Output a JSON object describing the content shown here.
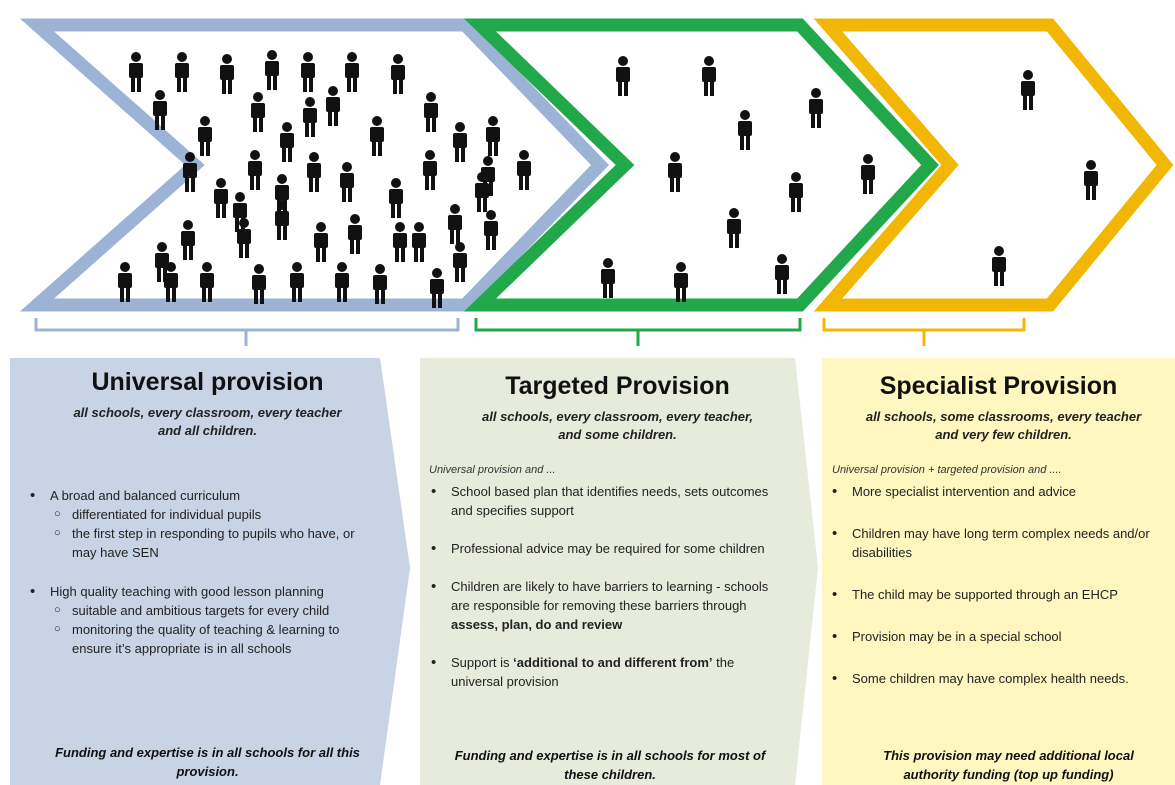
{
  "header": {
    "title": ""
  },
  "universal": {
    "heading": "Universal provision",
    "subheading_1": "all schools, every classroom, every teacher",
    "subheading_2": "and all children.",
    "bullets": [
      {
        "text": "A broad and balanced curriculum",
        "subs": [
          "differentiated for individual pupils",
          "the first step in responding to pupils who have, or may have SEN"
        ]
      },
      {
        "text": "High quality teaching with good lesson planning",
        "subs": [
          "suitable and ambitious targets for every child",
          "monitoring the quality of teaching & learning to ensure it’s appropriate is in all schools"
        ]
      }
    ],
    "footer_1": "Funding and expertise is in all schools for all this",
    "footer_2": "provision."
  },
  "targeted": {
    "heading": "Targeted Provision",
    "subheading_1": "all schools, every classroom, every teacher,",
    "subheading_2": "and some children.",
    "intro": "Universal provision and ...",
    "bullets": [
      {
        "text": "School based plan that identifies needs, sets outcomes and specifies support"
      },
      {
        "text": "Professional advice may be required for some children"
      },
      {
        "text_pre": "Children are likely to have barriers to learning - schools are responsible for removing these barriers through ",
        "text_bold": "assess, plan, do and review",
        "text_post": ""
      },
      {
        "text_pre": "Support is ",
        "text_bold": "‘additional to and different from’",
        "text_post": " the universal provision"
      }
    ],
    "footer_1": "Funding and expertise is in all schools for most of",
    "footer_2": "these children."
  },
  "specialist": {
    "heading": "Specialist Provision",
    "subheading_1": "all schools, some classrooms, every teacher",
    "subheading_2": "and very few children.",
    "intro": "Universal provision + targeted provision and ....",
    "bullets": [
      {
        "text": "More specialist intervention and advice"
      },
      {
        "text": "Children may have long term complex needs and/or disabilities"
      },
      {
        "text": "The child may be supported through an EHCP"
      },
      {
        "text": "Provision may be in a special school"
      },
      {
        "text": "Some children may have complex health needs."
      }
    ],
    "footer_1": "This provision may need additional local",
    "footer_2": "authority funding (top up funding)"
  },
  "colors": {
    "universal_stroke": "#9db3d6",
    "universal_fill": "#c8d3e5",
    "targeted_stroke": "#21a84a",
    "targeted_fill": "#e6ebdb",
    "specialist_stroke": "#f2b705",
    "specialist_fill": "#fff6c0",
    "person": "#111111"
  },
  "icons": {
    "person": "person-icon"
  },
  "population": {
    "universal": 48,
    "targeted": 12,
    "specialist": 4
  }
}
